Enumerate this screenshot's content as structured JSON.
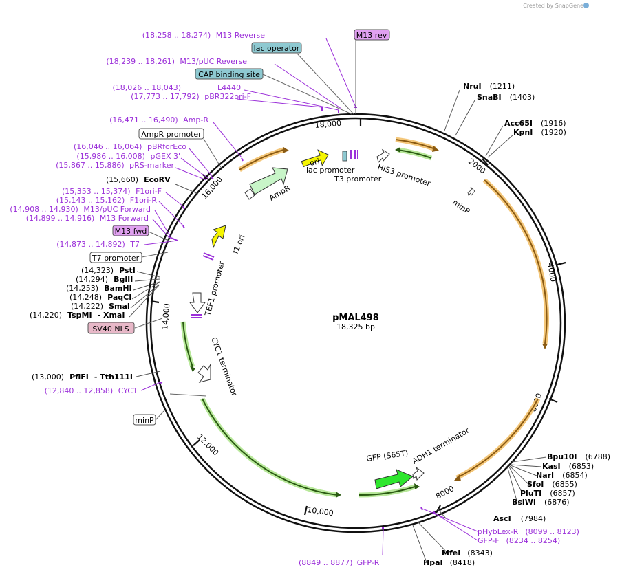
{
  "credit": "Created by SnapGene",
  "plasmid": {
    "name": "pMAL498",
    "length_text": "18,325 bp"
  },
  "ticks": [
    "18,000",
    "2000",
    "4000",
    "6000",
    "8000",
    "10,000",
    "12,000",
    "14,000",
    "16,000"
  ],
  "boxed_labels": {
    "m13rev": "M13 rev",
    "lacop": "lac operator",
    "cap": "CAP binding site",
    "amprprom": "AmpR promoter",
    "m13fwd": "M13 fwd",
    "t7prom": "T7 promoter",
    "sv40": "SV40 NLS",
    "minp": "minP"
  },
  "primers_left": [
    {
      "range": "(18,258 .. 18,274)",
      "name": "M13 Reverse"
    },
    {
      "range": "(18,239 .. 18,261)",
      "name": "M13/pUC Reverse"
    },
    {
      "range": "(18,026 .. 18,043)",
      "name": "L4440"
    },
    {
      "range": "(17,773 .. 17,792)",
      "name": "pBR322ori-F"
    },
    {
      "range": "(16,471 .. 16,490)",
      "name": "Amp-R"
    },
    {
      "range": "(16,046 .. 16,064)",
      "name": "pBRforEco"
    },
    {
      "range": "(15,986 .. 16,008)",
      "name": "pGEX 3'"
    },
    {
      "range": "(15,867 .. 15,886)",
      "name": "pRS-marker"
    },
    {
      "range": "(15,353 .. 15,374)",
      "name": "F1ori-F"
    },
    {
      "range": "(15,143 .. 15,162)",
      "name": "F1ori-R"
    },
    {
      "range": "(14,908 .. 14,930)",
      "name": "M13/pUC Forward"
    },
    {
      "range": "(14,899 .. 14,916)",
      "name": "M13 Forward"
    },
    {
      "range": "(14,873 .. 14,892)",
      "name": "T7"
    },
    {
      "range": "(12,840 .. 12,858)",
      "name": "CYC1"
    }
  ],
  "primers_right": [
    {
      "name": "pHybLex-R",
      "range": "(8099 .. 8123)"
    },
    {
      "name": "GFP-F",
      "range": "(8234 .. 8254)"
    }
  ],
  "primer_bottom": {
    "range": "(8849 .. 8877)",
    "name": "GFP-R"
  },
  "enzymes_left": [
    {
      "pos": "(15,660)",
      "name": "EcoRV"
    },
    {
      "pos": "(14,323)",
      "name": "PstI"
    },
    {
      "pos": "(14,294)",
      "name": "BglII"
    },
    {
      "pos": "(14,253)",
      "name": "BamHI"
    },
    {
      "pos": "(14,248)",
      "name": "PaqCI"
    },
    {
      "pos": "(14,222)",
      "name": "SmaI"
    },
    {
      "pos": "(14,220)",
      "name": "TspMI",
      "extra": "- XmaI"
    },
    {
      "pos": "(13,000)",
      "name": "PflFI",
      "extra": "- Tth111I"
    }
  ],
  "enzymes_right": [
    {
      "name": "NruI",
      "pos": "(1211)"
    },
    {
      "name": "SnaBI",
      "pos": "(1403)"
    },
    {
      "name": "Acc65I",
      "pos": "(1916)"
    },
    {
      "name": "KpnI",
      "pos": "(1920)"
    },
    {
      "name": "Bpu10I",
      "pos": "(6788)"
    },
    {
      "name": "KasI",
      "pos": "(6853)"
    },
    {
      "name": "NarI",
      "pos": "(6854)"
    },
    {
      "name": "SfoI",
      "pos": "(6855)"
    },
    {
      "name": "PluTI",
      "pos": "(6857)"
    },
    {
      "name": "BsiWI",
      "pos": "(6876)"
    },
    {
      "name": "AscI",
      "pos": "(7984)"
    },
    {
      "name": "MfeI",
      "pos": "(8343)"
    },
    {
      "name": "HpaI",
      "pos": "(8418)"
    }
  ],
  "features": {
    "ori": "ori",
    "lacprom": "lac promoter",
    "t3prom": "T3 promoter",
    "his3prom": "HIS3 promoter",
    "minp_inner": "minP",
    "ampr": "AmpR",
    "f1ori": "f1 ori",
    "tef1": "TEF1 promoter",
    "cyc1term": "CYC1 terminator",
    "gfp": "GFP (S65T)",
    "adh1term": "ADH1 terminator"
  },
  "colors": {
    "primer": "#9b30d9",
    "orange_arc": "#d98c1f",
    "green_arc": "#6fbf3c",
    "ori_fill": "#f5f500",
    "gfp_fill": "#2ee62e",
    "ampr_fill": "#c8f5c8",
    "cyan_box": "#8ec9d1",
    "pink_box": "#e8b8c8",
    "violet_box": "#e0a0f0"
  }
}
